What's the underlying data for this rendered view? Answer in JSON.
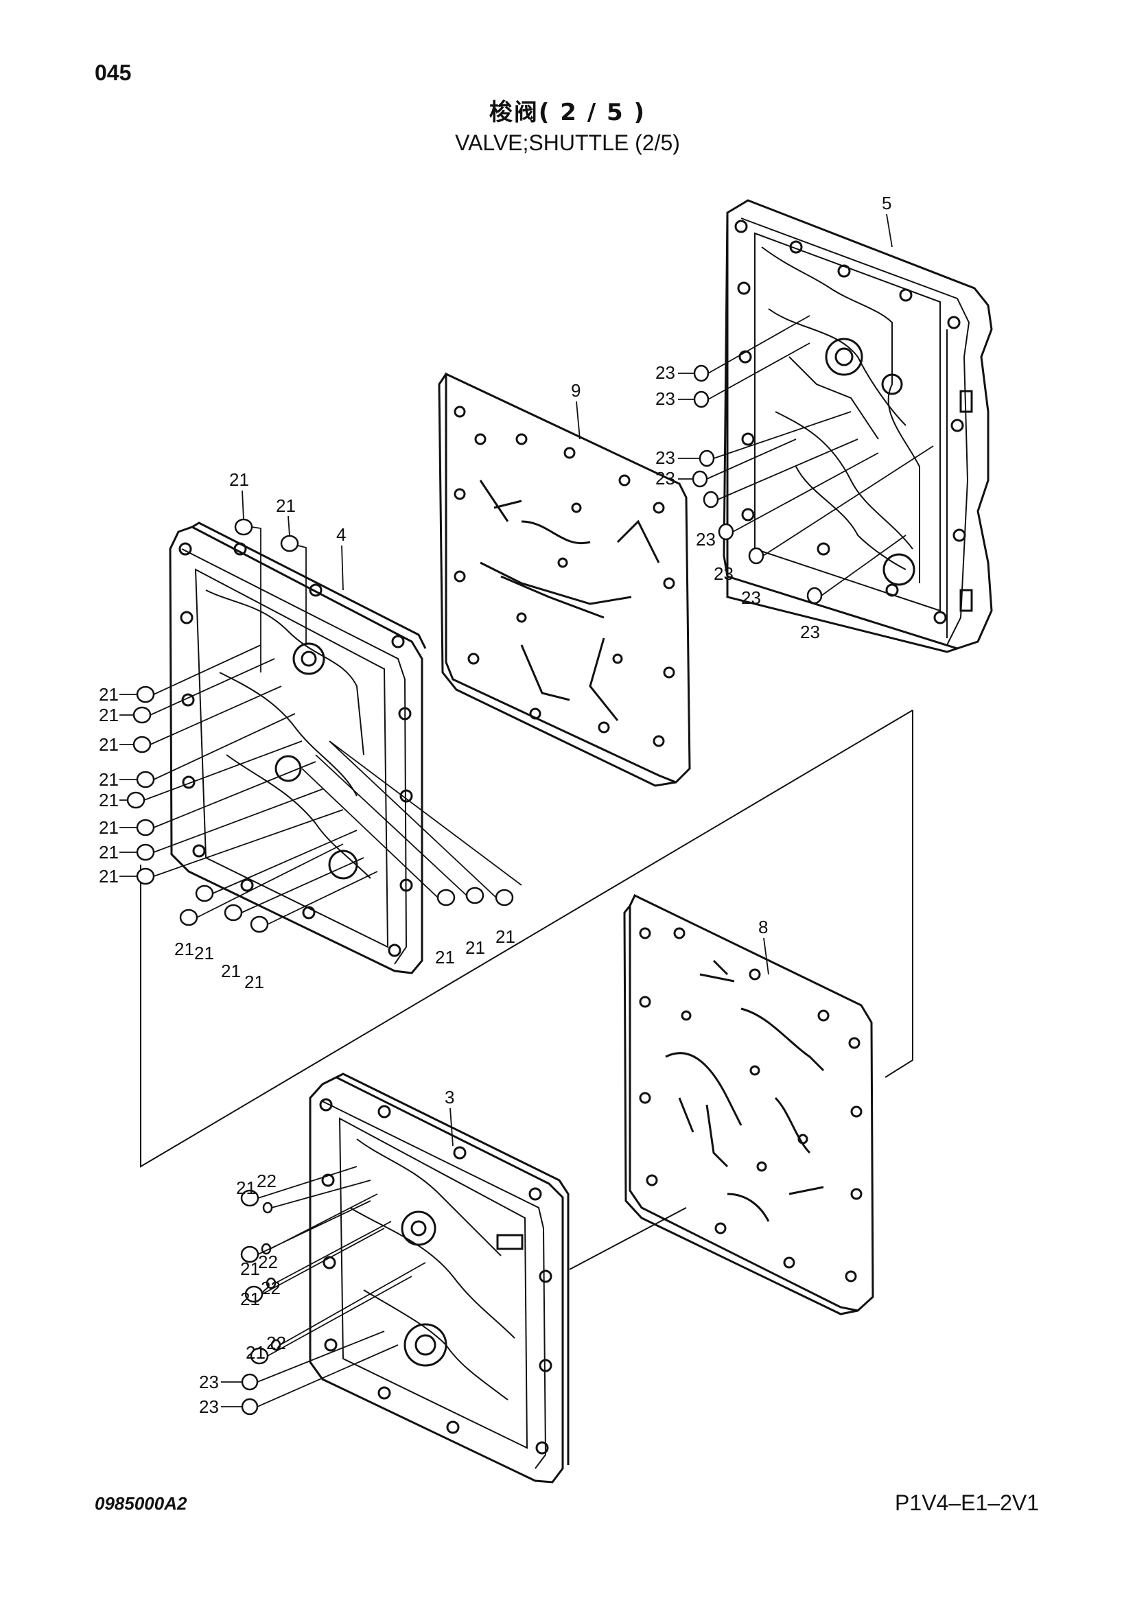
{
  "page": {
    "number": "045"
  },
  "title": {
    "cn": "梭阀( 2 / 5 )",
    "en": "VALVE;SHUTTLE (2/5)"
  },
  "footer": {
    "drawing_code": "0985000A2",
    "model_code": "P1V4–E1–2V1"
  },
  "callouts": {
    "c3": "3",
    "c4": "4",
    "c5": "5",
    "c8": "8",
    "c9": "9",
    "c21": "21",
    "c22": "22",
    "c23": "23"
  }
}
